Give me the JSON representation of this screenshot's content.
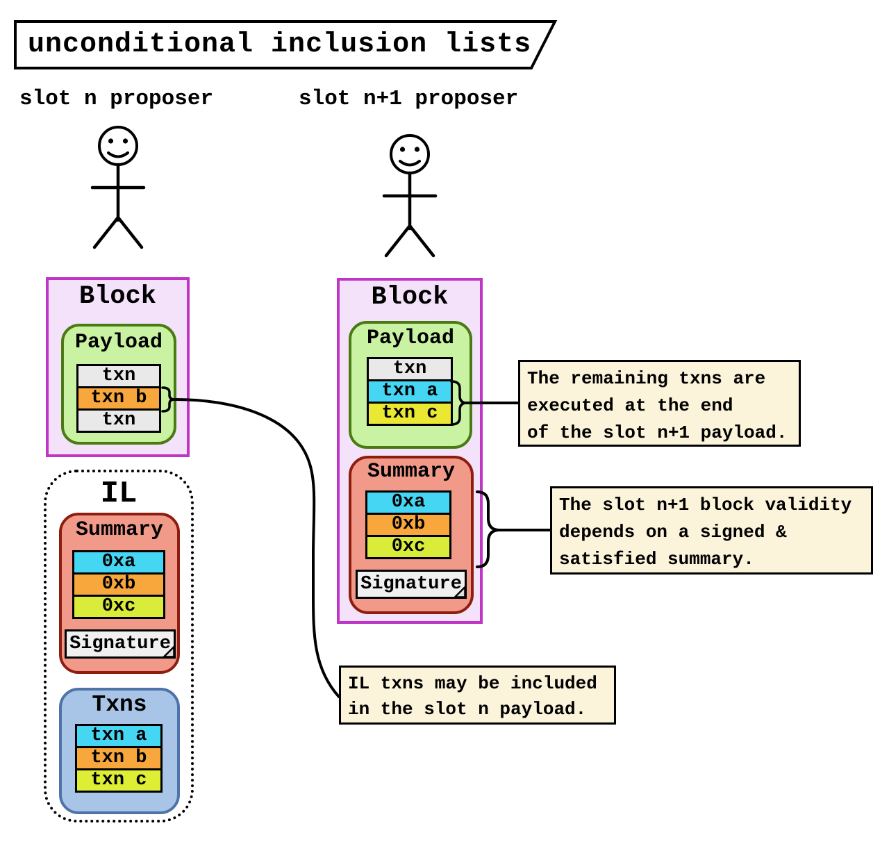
{
  "title": "unconditional inclusion lists",
  "proposers": {
    "left": "slot n proposer",
    "right": "slot n+1 proposer"
  },
  "left_block": {
    "title": "Block",
    "payload": {
      "title": "Payload",
      "rows": [
        {
          "label": "txn",
          "color": "#e9e9e9"
        },
        {
          "label": "txn b",
          "color": "#f8a73c"
        },
        {
          "label": "txn",
          "color": "#e9e9e9"
        }
      ]
    }
  },
  "il": {
    "title": "IL",
    "summary": {
      "title": "Summary",
      "rows": [
        {
          "label": "0xa",
          "color": "#45d6f4"
        },
        {
          "label": "0xb",
          "color": "#f8a73c"
        },
        {
          "label": "0xc",
          "color": "#d9ec39"
        }
      ],
      "signature_label": "Signature"
    },
    "txns": {
      "title": "Txns",
      "rows": [
        {
          "label": "txn a",
          "color": "#45d6f4"
        },
        {
          "label": "txn b",
          "color": "#f8a73c"
        },
        {
          "label": "txn c",
          "color": "#ddee35"
        }
      ]
    }
  },
  "right_block": {
    "title": "Block",
    "payload": {
      "title": "Payload",
      "rows": [
        {
          "label": "txn",
          "color": "#e9e9e9"
        },
        {
          "label": "txn a",
          "color": "#45d6f4"
        },
        {
          "label": "txn c",
          "color": "#eae833"
        }
      ]
    },
    "summary": {
      "title": "Summary",
      "rows": [
        {
          "label": "0xa",
          "color": "#45d6f4"
        },
        {
          "label": "0xb",
          "color": "#f8a73c"
        },
        {
          "label": "0xc",
          "color": "#d9ec39"
        }
      ],
      "signature_label": "Signature"
    }
  },
  "annotations": [
    {
      "lines": [
        "The remaining txns are",
        "executed at the end",
        "of the slot n+1 payload."
      ]
    },
    {
      "lines": [
        "The slot n+1 block validity",
        "depends on a signed &",
        "satisfied summary."
      ]
    },
    {
      "lines": [
        "IL txns may be included",
        "in the slot n payload."
      ]
    }
  ],
  "colors": {
    "block_border": "#bf35c6",
    "block_fill": "#f4e2fb",
    "payload_border": "#4a7a12",
    "payload_fill": "#c9f2a2",
    "summary_border": "#8e1d0e",
    "summary_fill": "#f19a8a",
    "txns_border": "#4d73a8",
    "txns_fill": "#a8c4e7",
    "note_fill": "#fbf3da",
    "signature_fill": "#f0f0f0",
    "row_gray": "#e9e9e9",
    "row_cyan": "#45d6f4",
    "row_orange": "#f8a73c",
    "row_yellow_green": "#d9ec39",
    "row_yellow": "#eae833"
  }
}
